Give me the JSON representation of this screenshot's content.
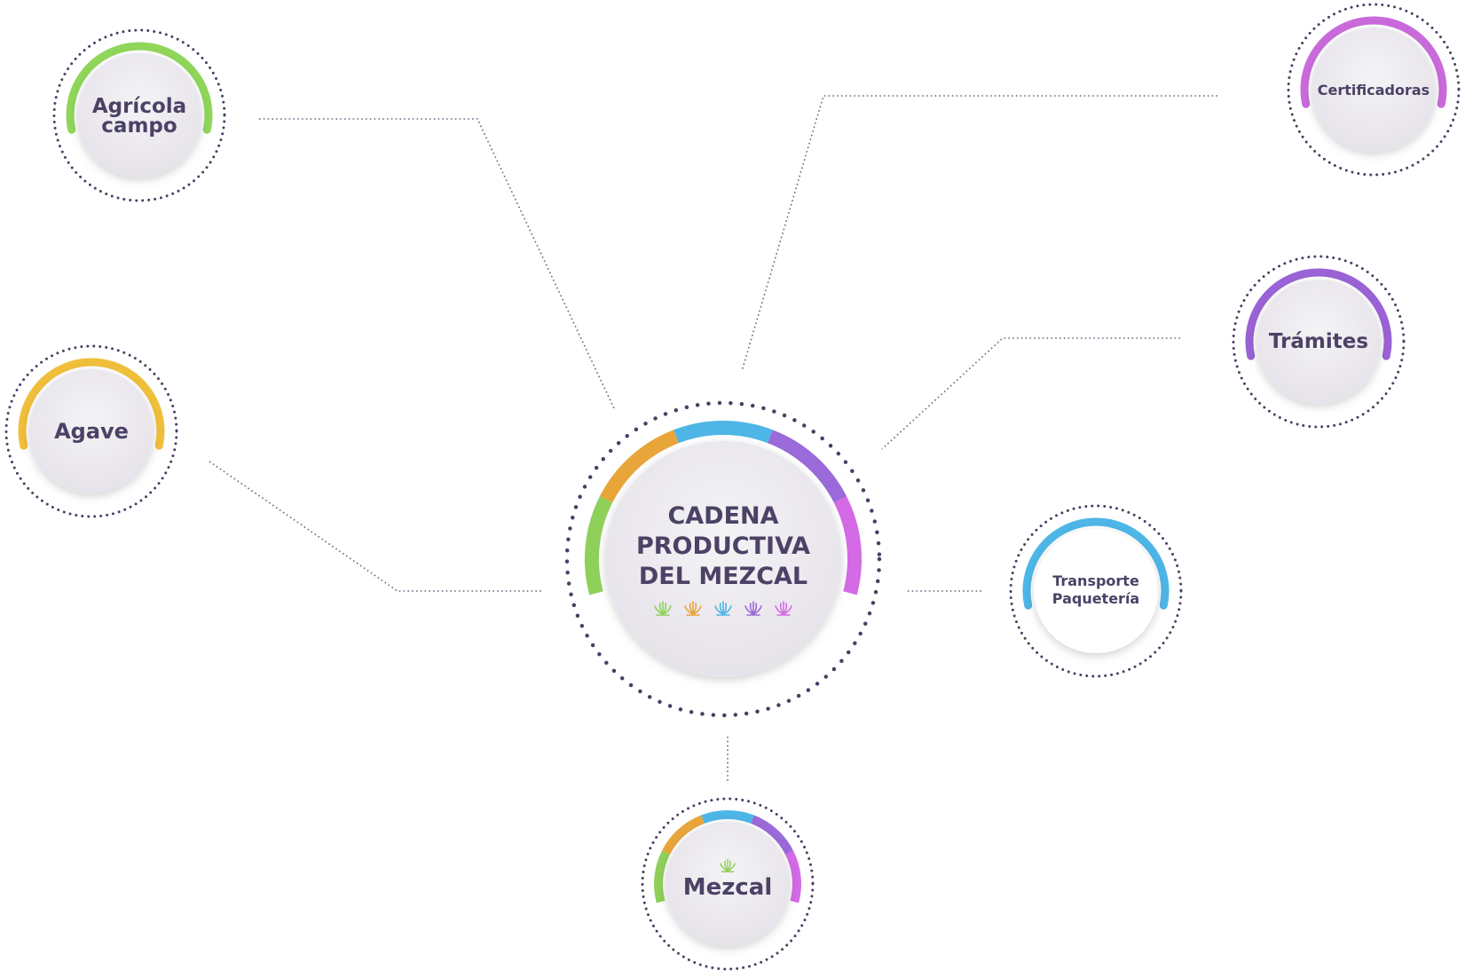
{
  "center": {
    "title_lines": [
      "CADENA",
      "PRODUCTIVA",
      "DEL MEZCAL"
    ],
    "icon": "agave-icon",
    "icon_colors": [
      "#8fd05a",
      "#e8a53a",
      "#4db6e6",
      "#9a6ad8",
      "#d46ae6"
    ]
  },
  "nodes": [
    {
      "id": "agricola-campo",
      "lines": [
        "Agrícola",
        "campo"
      ],
      "accent": "#8fd65a"
    },
    {
      "id": "agave",
      "lines": [
        "Agave"
      ],
      "accent": "#f0bf3a"
    },
    {
      "id": "certificadoras",
      "lines": [
        "Certificadoras"
      ],
      "accent": "#c96adb"
    },
    {
      "id": "tramites",
      "lines": [
        "Trámites"
      ],
      "accent": "#9a62d6"
    },
    {
      "id": "transporte-paqueteria",
      "lines": [
        "Transporte",
        "Paquetería"
      ],
      "accent": "#4db6e6"
    },
    {
      "id": "mezcal",
      "lines": [
        "Mezcal"
      ],
      "accent": "multi",
      "icon": "agave-icon"
    }
  ],
  "palette": {
    "text": "#4b4266",
    "dots": "#4a3f63",
    "green": "#8fd05a",
    "orange": "#e8a53a",
    "blue": "#4db6e6",
    "purple": "#9a6ad8",
    "pink": "#d46ae6"
  }
}
